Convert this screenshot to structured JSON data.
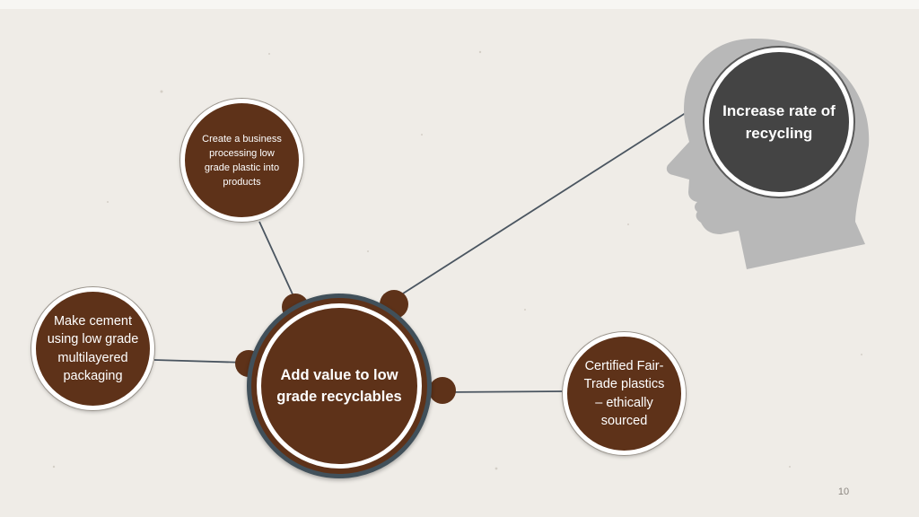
{
  "slide": {
    "goal": "Increase rate of recycling",
    "hub": "Add value to low grade recyclables",
    "ideas": {
      "business": "Create a business processing low grade plastic into products",
      "cement": "Make cement using low grade multilayered packaging",
      "fair_trade": "Certified Fair-Trade plastics – ethically sourced"
    },
    "page_number": "10"
  },
  "colors": {
    "background": "#efece7",
    "node_fill": "#5e3219",
    "goal_fill": "#444444",
    "head_fill": "#b8b8b8",
    "connector": "#4a5560",
    "hub_ring": "#41505a"
  },
  "icons": {
    "head": "human-head-silhouette"
  }
}
